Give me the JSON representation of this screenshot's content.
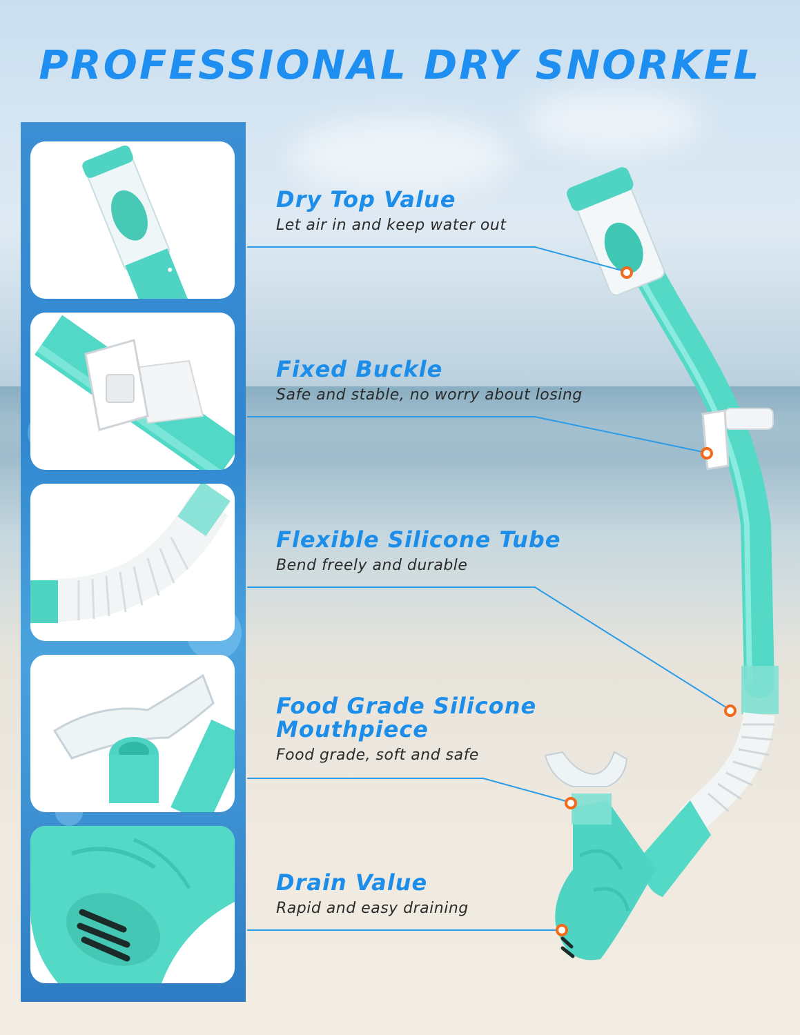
{
  "title": "PROFESSIONAL DRY SNORKEL",
  "colors": {
    "title": "#1e8ff0",
    "feature_title": "#1c8de8",
    "callout_line": "#2a9be6",
    "callout_dot": "#f26a1b",
    "snorkel_teal": "#52d8c6",
    "panel_blue": "#2f86cf"
  },
  "features": [
    {
      "title": "Dry Top Value",
      "desc": "Let air in and keep water out"
    },
    {
      "title": "Fixed Buckle",
      "desc": "Safe and stable, no worry about losing"
    },
    {
      "title": "Flexible Silicone Tube",
      "desc": "Bend freely and durable"
    },
    {
      "title": "Food Grade Silicone",
      "title_line2": "Mouthpiece",
      "desc": "Food grade, soft and safe"
    },
    {
      "title": "Drain Value",
      "desc": "Rapid and easy draining"
    }
  ]
}
